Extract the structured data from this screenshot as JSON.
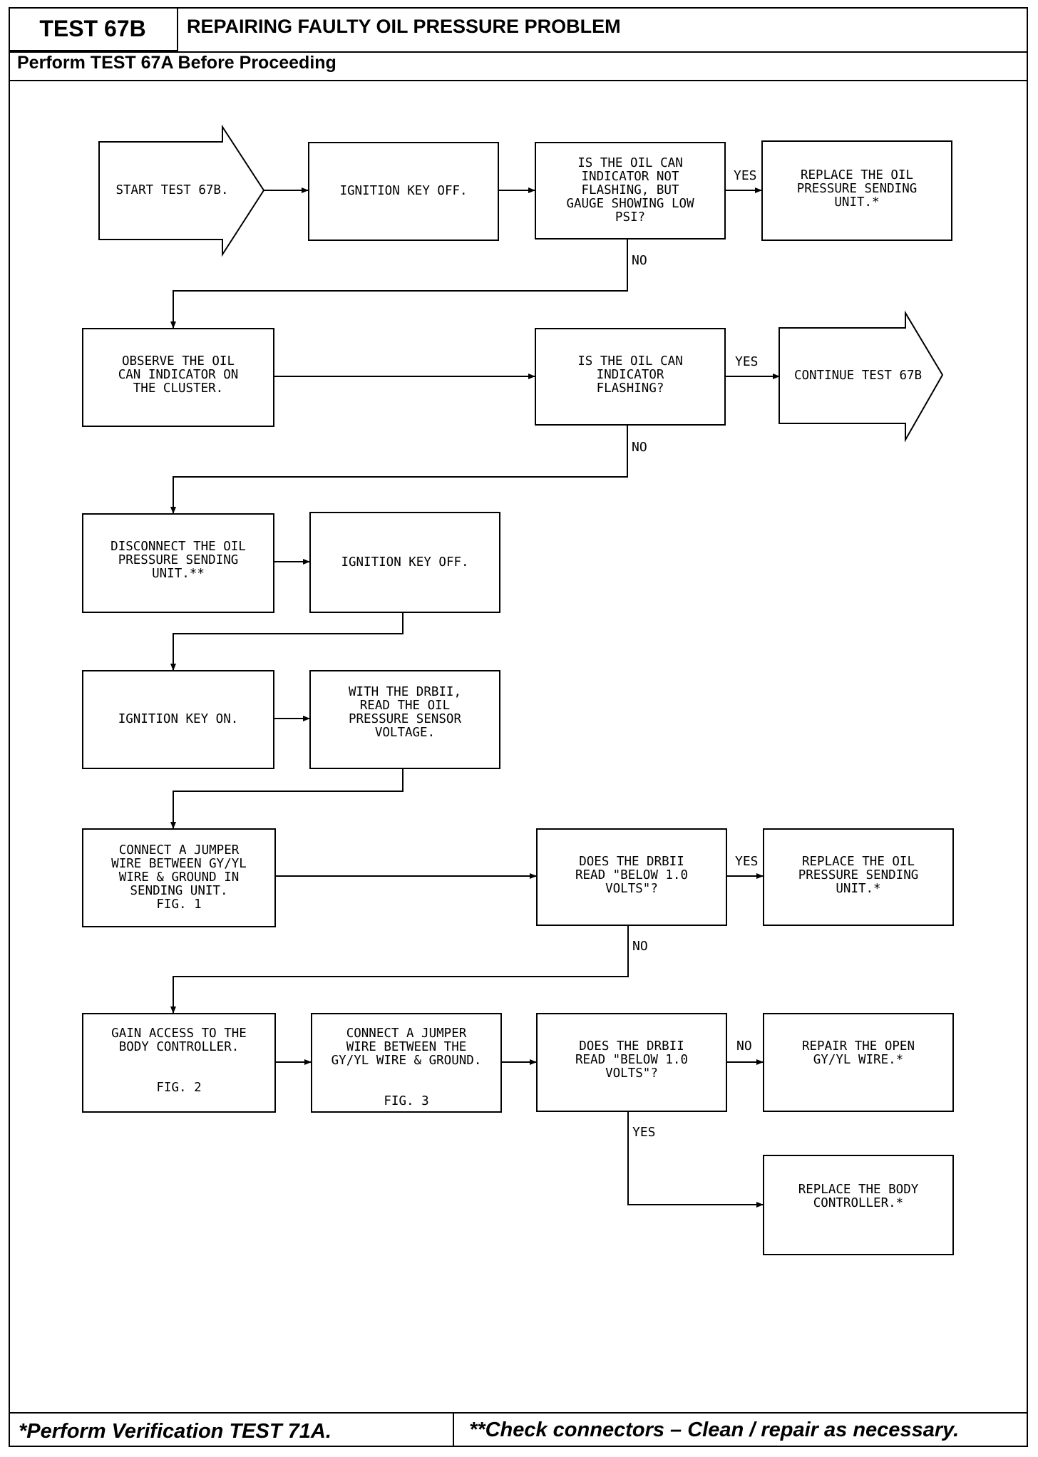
{
  "header": {
    "test_id": "TEST 67B",
    "title": "REPAIRING FAULTY OIL PRESSURE PROBLEM",
    "subtitle": "Perform TEST 67A Before Proceeding"
  },
  "nodes": {
    "start": "START TEST 67B.",
    "key_off_1": "IGNITION KEY OFF.",
    "q_not_flashing": "IS THE OIL CAN\nINDICATOR NOT\nFLASHING, BUT\nGAUGE SHOWING LOW\nPSI?",
    "replace_sending_1": "REPLACE THE OIL\nPRESSURE SENDING\nUNIT.*",
    "observe": "OBSERVE THE OIL\nCAN INDICATOR ON\nTHE CLUSTER.",
    "q_flashing": "IS THE OIL CAN\nINDICATOR\nFLASHING?",
    "continue": "CONTINUE TEST 67B",
    "disconnect": "DISCONNECT THE OIL\nPRESSURE SENDING\nUNIT.**",
    "key_off_2": "IGNITION KEY OFF.",
    "key_on": "IGNITION KEY ON.",
    "read_voltage": "WITH THE DRBII,\nREAD THE OIL\nPRESSURE SENSOR\nVOLTAGE.",
    "jumper_sending": "CONNECT A JUMPER\nWIRE BETWEEN GY/YL\nWIRE & GROUND IN\nSENDING UNIT.\nFIG. 1",
    "q_below_1": "DOES THE DRBII\nREAD \"BELOW 1.0\nVOLTS\"?",
    "replace_sending_2": "REPLACE THE OIL\nPRESSURE SENDING\nUNIT.*",
    "gain_access": "GAIN ACCESS TO THE\nBODY CONTROLLER.\n\n\nFIG. 2",
    "jumper_ground": "CONNECT A JUMPER\nWIRE BETWEEN THE\nGY/YL WIRE & GROUND.\n\n\nFIG. 3",
    "q_below_2": "DOES THE DRBII\nREAD \"BELOW 1.0\nVOLTS\"?",
    "repair_open": "REPAIR THE OPEN\nGY/YL WIRE.*",
    "replace_body": "REPLACE THE BODY\nCONTROLLER.*"
  },
  "labels": {
    "yes1": "YES",
    "no1": "NO",
    "yes2": "YES",
    "no2": "NO",
    "yes3": "YES",
    "no3": "NO",
    "no4": "NO",
    "yes4": "YES"
  },
  "footer": {
    "left": "*Perform Verification TEST 71A.",
    "right": "**Check connectors – Clean / repair as necessary."
  }
}
